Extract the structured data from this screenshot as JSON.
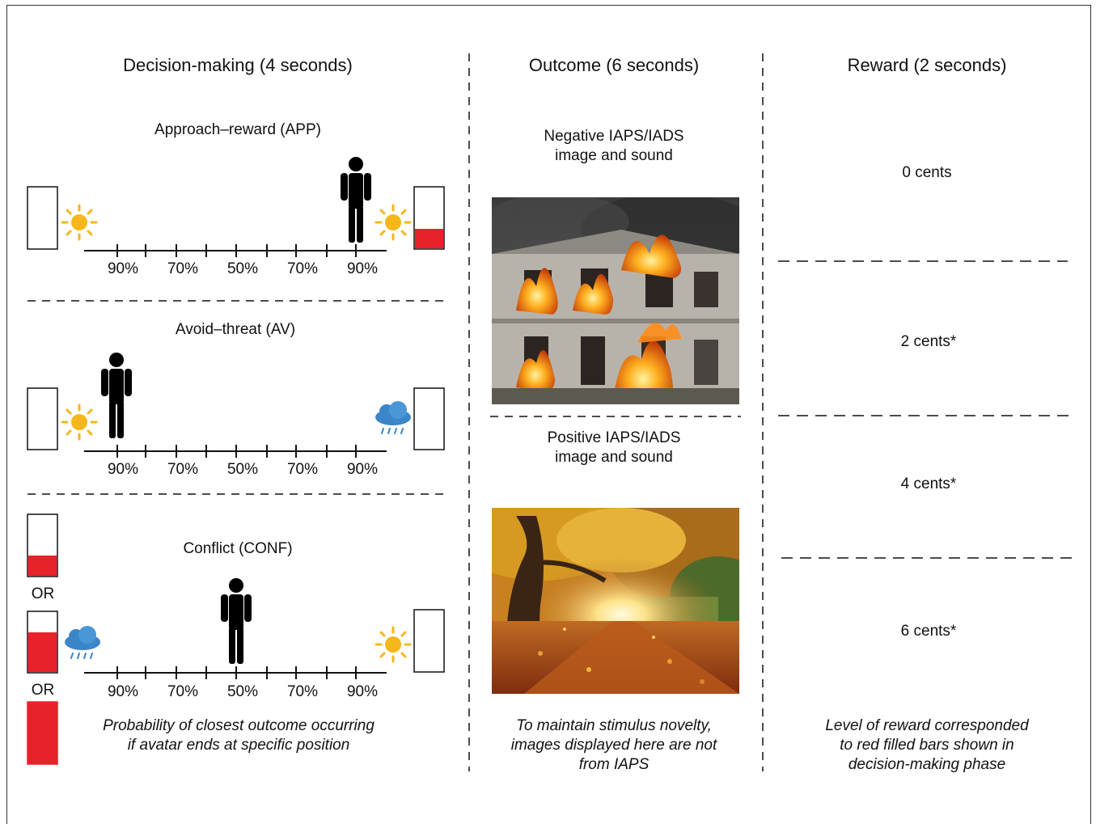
{
  "columns": {
    "decision": {
      "heading": "Decision-making (4 seconds)",
      "conditions": [
        {
          "title": "Approach–reward (APP)",
          "left_icon": "sun-icon",
          "right_icon": "sun-icon",
          "avatar_position_percent": 90,
          "avatar_side": "right",
          "left_bar_fill": 0,
          "right_bar_fill": 0.33
        },
        {
          "title": "Avoid–threat (AV)",
          "left_icon": "sun-icon",
          "right_icon": "rain-cloud-icon",
          "avatar_position_percent": 90,
          "avatar_side": "left",
          "left_bar_fill": 0,
          "right_bar_fill": 0
        },
        {
          "title": "Conflict (CONF)",
          "left_icon": "rain-cloud-icon",
          "right_icon": "sun-icon",
          "avatar_position_percent": 50,
          "avatar_side": "center",
          "left_bar_fills": [
            0.33,
            0.67,
            1.0
          ],
          "right_bar_fill": 0
        }
      ],
      "scale_labels": [
        "90%",
        "70%",
        "50%",
        "70%",
        "90%"
      ],
      "or_label": "OR",
      "caption_line1": "Probability of closest outcome occurring",
      "caption_line2": "if avatar ends at specific position"
    },
    "outcome": {
      "heading": "Outcome (6 seconds)",
      "negative_line1": "Negative IAPS/IADS",
      "negative_line2": "image and sound",
      "negative_image": "burning-house-photo",
      "positive_line1": "Positive IAPS/IADS",
      "positive_line2": "image and sound",
      "positive_image": "autumn-park-photo",
      "caption_line1": "To maintain stimulus novelty,",
      "caption_line2": "images displayed here are not",
      "caption_line3": "from IAPS"
    },
    "reward": {
      "heading": "Reward (2 seconds)",
      "levels": [
        "0 cents",
        "2 cents*",
        "4 cents*",
        "6 cents*"
      ],
      "caption_line1": "Level of reward corresponded",
      "caption_line2": "to red filled bars shown in",
      "caption_line3": "decision-making phase"
    }
  },
  "colors": {
    "bar_fill": "#e8222a",
    "sun": "#f6b71b",
    "cloud": "#3a86c9",
    "line": "#111111"
  }
}
